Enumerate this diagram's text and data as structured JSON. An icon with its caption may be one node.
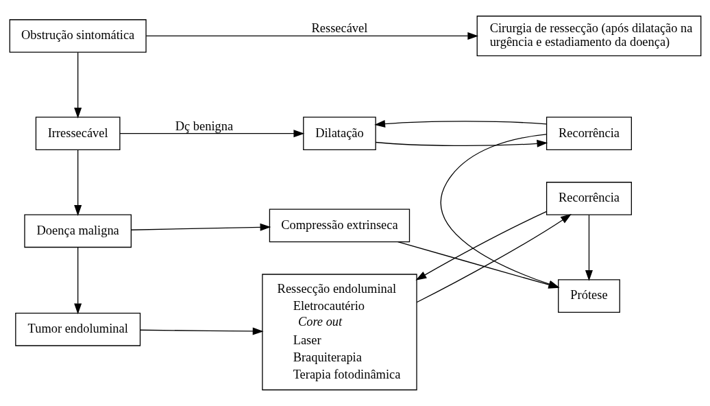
{
  "diagram": {
    "nodes": [
      {
        "text": [
          "Obstrução sintomática"
        ]
      },
      {
        "text": [
          "Cirurgia de ressecção (após dilatação na urgência e estadiamento da doença)"
        ]
      },
      {
        "text": [
          "Irressecável"
        ]
      },
      {
        "text": [
          "Dilatação"
        ]
      },
      {
        "text": [
          "Recorrência"
        ]
      },
      {
        "text": [
          "Doença maligna"
        ]
      },
      {
        "text": [
          "Compressão extrinseca"
        ]
      },
      {
        "text": [
          "Prótese"
        ]
      },
      {
        "text": [
          "Ressecção endoluminal",
          "Eletrocautério",
          "Core out",
          "Laser",
          "Braquiterapia",
          "Terapia fotodinâmica"
        ]
      },
      {
        "text": [
          "Tumor endoluminal"
        ]
      },
      {
        "text": [
          "Recorrência"
        ]
      }
    ],
    "edges": [
      {
        "from": 0,
        "to": 1,
        "arrow": "to",
        "label": "Ressecável"
      },
      {
        "from": 0,
        "to": 2,
        "arrow": "to"
      },
      {
        "from": 2,
        "to": 3,
        "arrow": "to",
        "label": "Dç benigna"
      },
      {
        "from": 3,
        "to": 4,
        "arrow": "to"
      },
      {
        "from": 4,
        "to": 3,
        "arrow": "to"
      },
      {
        "from": 4,
        "to": 7,
        "arrow": "to"
      },
      {
        "from": 2,
        "to": 5,
        "arrow": "to"
      },
      {
        "from": 5,
        "to": 6,
        "arrow": "to"
      },
      {
        "from": 6,
        "to": 7,
        "arrow": "to"
      },
      {
        "from": 5,
        "to": 9,
        "arrow": "to"
      },
      {
        "from": 9,
        "to": 8,
        "arrow": "to"
      },
      {
        "from": 8,
        "to": 10,
        "arrow": "to"
      },
      {
        "from": 10,
        "to": 8,
        "arrow": "to"
      },
      {
        "from": 10,
        "to": 7,
        "arrow": "to"
      }
    ]
  }
}
